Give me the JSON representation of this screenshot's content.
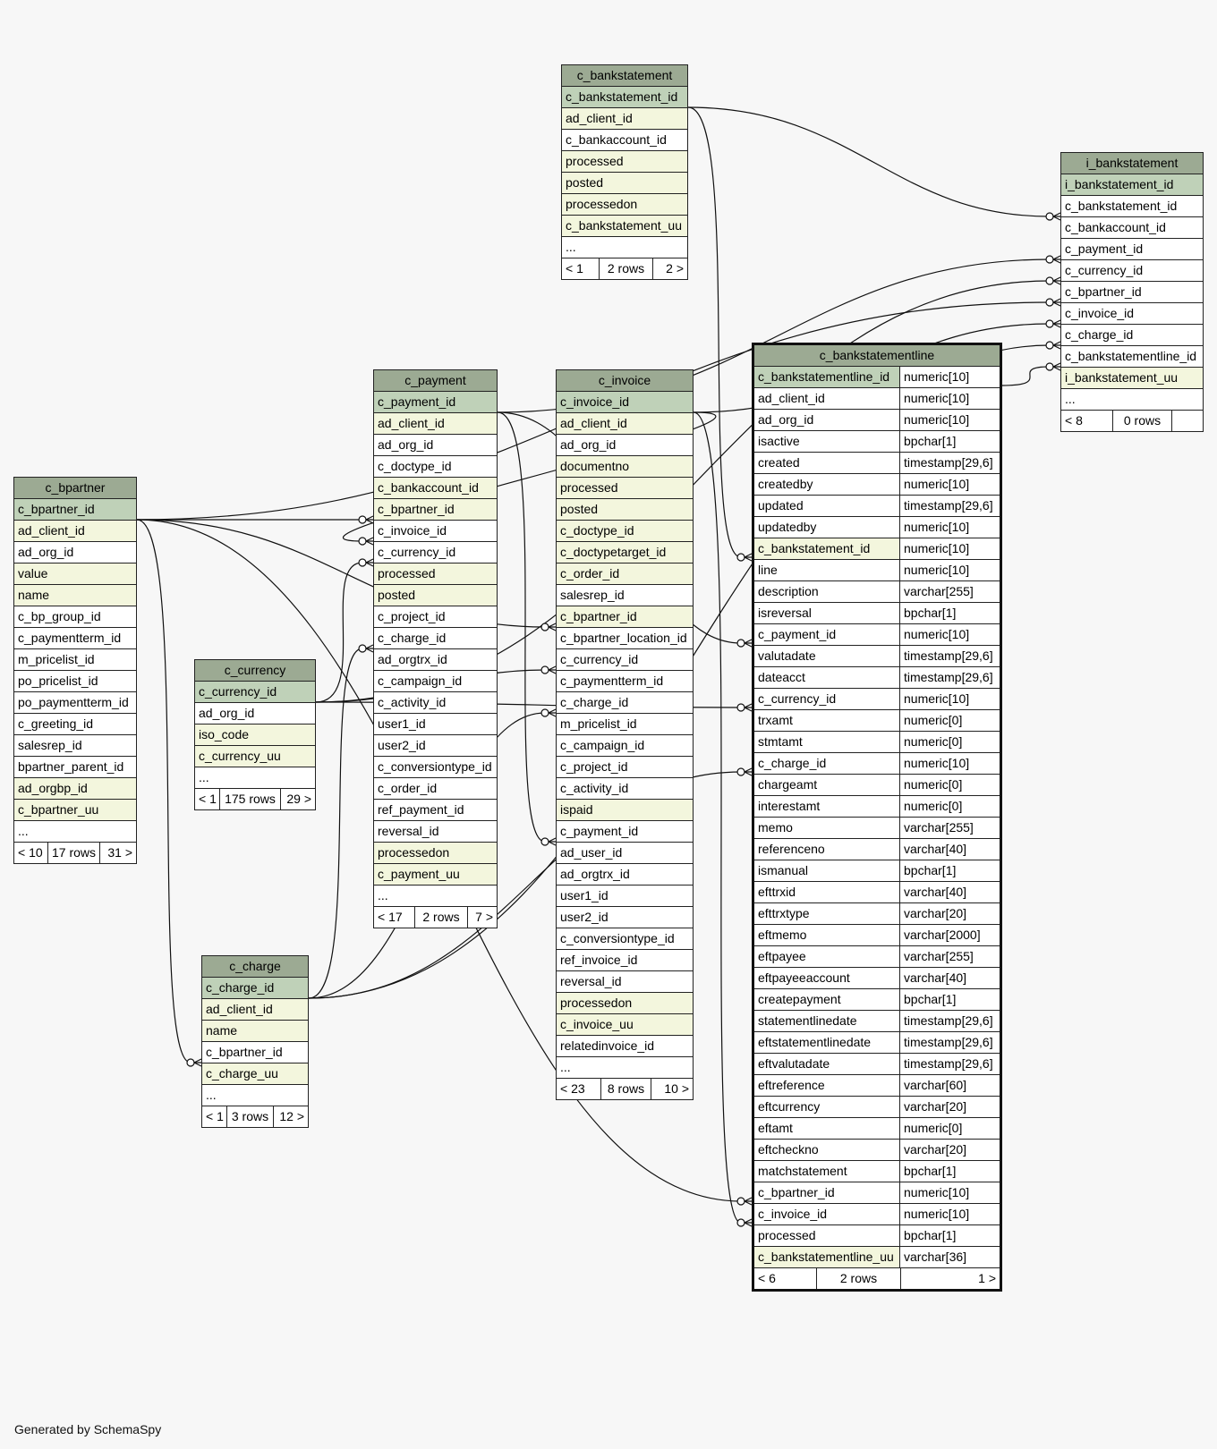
{
  "footer_text": "Generated by SchemaSpy",
  "tables": {
    "c_bankstatement": {
      "name": "c_bankstatement",
      "columns": [
        {
          "name": "c_bankstatement_id",
          "kind": "pk"
        },
        {
          "name": "ad_client_id",
          "kind": "idx"
        },
        {
          "name": "c_bankaccount_id",
          "kind": "plain"
        },
        {
          "name": "processed",
          "kind": "idx"
        },
        {
          "name": "posted",
          "kind": "idx"
        },
        {
          "name": "processedon",
          "kind": "idx"
        },
        {
          "name": "c_bankstatement_uu",
          "kind": "idx"
        },
        {
          "name": "...",
          "kind": "ell"
        }
      ],
      "footer": [
        "< 1",
        "2 rows",
        "2 >"
      ]
    },
    "i_bankstatement": {
      "name": "i_bankstatement",
      "columns": [
        {
          "name": "i_bankstatement_id",
          "kind": "pk"
        },
        {
          "name": "c_bankstatement_id",
          "kind": "plain"
        },
        {
          "name": "c_bankaccount_id",
          "kind": "plain"
        },
        {
          "name": "c_payment_id",
          "kind": "plain"
        },
        {
          "name": "c_currency_id",
          "kind": "plain"
        },
        {
          "name": "c_bpartner_id",
          "kind": "plain"
        },
        {
          "name": "c_invoice_id",
          "kind": "plain"
        },
        {
          "name": "c_charge_id",
          "kind": "plain"
        },
        {
          "name": "c_bankstatementline_id",
          "kind": "plain"
        },
        {
          "name": "i_bankstatement_uu",
          "kind": "idx"
        },
        {
          "name": "...",
          "kind": "ell"
        }
      ],
      "footer": [
        "< 8",
        "0 rows",
        ""
      ]
    },
    "c_payment": {
      "name": "c_payment",
      "columns": [
        {
          "name": "c_payment_id",
          "kind": "pk"
        },
        {
          "name": "ad_client_id",
          "kind": "idx"
        },
        {
          "name": "ad_org_id",
          "kind": "plain"
        },
        {
          "name": "c_doctype_id",
          "kind": "plain"
        },
        {
          "name": "c_bankaccount_id",
          "kind": "idx"
        },
        {
          "name": "c_bpartner_id",
          "kind": "idx"
        },
        {
          "name": "c_invoice_id",
          "kind": "plain"
        },
        {
          "name": "c_currency_id",
          "kind": "plain"
        },
        {
          "name": "processed",
          "kind": "idx"
        },
        {
          "name": "posted",
          "kind": "idx"
        },
        {
          "name": "c_project_id",
          "kind": "plain"
        },
        {
          "name": "c_charge_id",
          "kind": "plain"
        },
        {
          "name": "ad_orgtrx_id",
          "kind": "plain"
        },
        {
          "name": "c_campaign_id",
          "kind": "plain"
        },
        {
          "name": "c_activity_id",
          "kind": "plain"
        },
        {
          "name": "user1_id",
          "kind": "plain"
        },
        {
          "name": "user2_id",
          "kind": "plain"
        },
        {
          "name": "c_conversiontype_id",
          "kind": "plain"
        },
        {
          "name": "c_order_id",
          "kind": "plain"
        },
        {
          "name": "ref_payment_id",
          "kind": "plain"
        },
        {
          "name": "reversal_id",
          "kind": "plain"
        },
        {
          "name": "processedon",
          "kind": "idx"
        },
        {
          "name": "c_payment_uu",
          "kind": "idx"
        },
        {
          "name": "...",
          "kind": "ell"
        }
      ],
      "footer": [
        "< 17",
        "2 rows",
        "7 >"
      ]
    },
    "c_invoice": {
      "name": "c_invoice",
      "columns": [
        {
          "name": "c_invoice_id",
          "kind": "pk"
        },
        {
          "name": "ad_client_id",
          "kind": "idx"
        },
        {
          "name": "ad_org_id",
          "kind": "plain"
        },
        {
          "name": "documentno",
          "kind": "idx"
        },
        {
          "name": "processed",
          "kind": "idx"
        },
        {
          "name": "posted",
          "kind": "idx"
        },
        {
          "name": "c_doctype_id",
          "kind": "idx"
        },
        {
          "name": "c_doctypetarget_id",
          "kind": "idx"
        },
        {
          "name": "c_order_id",
          "kind": "idx"
        },
        {
          "name": "salesrep_id",
          "kind": "plain"
        },
        {
          "name": "c_bpartner_id",
          "kind": "idx"
        },
        {
          "name": "c_bpartner_location_id",
          "kind": "plain"
        },
        {
          "name": "c_currency_id",
          "kind": "plain"
        },
        {
          "name": "c_paymentterm_id",
          "kind": "plain"
        },
        {
          "name": "c_charge_id",
          "kind": "plain"
        },
        {
          "name": "m_pricelist_id",
          "kind": "plain"
        },
        {
          "name": "c_campaign_id",
          "kind": "plain"
        },
        {
          "name": "c_project_id",
          "kind": "plain"
        },
        {
          "name": "c_activity_id",
          "kind": "plain"
        },
        {
          "name": "ispaid",
          "kind": "idx"
        },
        {
          "name": "c_payment_id",
          "kind": "plain"
        },
        {
          "name": "ad_user_id",
          "kind": "plain"
        },
        {
          "name": "ad_orgtrx_id",
          "kind": "plain"
        },
        {
          "name": "user1_id",
          "kind": "plain"
        },
        {
          "name": "user2_id",
          "kind": "plain"
        },
        {
          "name": "c_conversiontype_id",
          "kind": "plain"
        },
        {
          "name": "ref_invoice_id",
          "kind": "plain"
        },
        {
          "name": "reversal_id",
          "kind": "plain"
        },
        {
          "name": "processedon",
          "kind": "idx"
        },
        {
          "name": "c_invoice_uu",
          "kind": "idx"
        },
        {
          "name": "relatedinvoice_id",
          "kind": "plain"
        },
        {
          "name": "...",
          "kind": "ell"
        }
      ],
      "footer": [
        "< 23",
        "8 rows",
        "10 >"
      ]
    },
    "c_bpartner": {
      "name": "c_bpartner",
      "columns": [
        {
          "name": "c_bpartner_id",
          "kind": "pk"
        },
        {
          "name": "ad_client_id",
          "kind": "idx"
        },
        {
          "name": "ad_org_id",
          "kind": "plain"
        },
        {
          "name": "value",
          "kind": "idx"
        },
        {
          "name": "name",
          "kind": "idx"
        },
        {
          "name": "c_bp_group_id",
          "kind": "plain"
        },
        {
          "name": "c_paymentterm_id",
          "kind": "plain"
        },
        {
          "name": "m_pricelist_id",
          "kind": "plain"
        },
        {
          "name": "po_pricelist_id",
          "kind": "plain"
        },
        {
          "name": "po_paymentterm_id",
          "kind": "plain"
        },
        {
          "name": "c_greeting_id",
          "kind": "plain"
        },
        {
          "name": "salesrep_id",
          "kind": "plain"
        },
        {
          "name": "bpartner_parent_id",
          "kind": "plain"
        },
        {
          "name": "ad_orgbp_id",
          "kind": "idx"
        },
        {
          "name": "c_bpartner_uu",
          "kind": "idx"
        },
        {
          "name": "...",
          "kind": "ell"
        }
      ],
      "footer": [
        "< 10",
        "17 rows",
        "31 >"
      ]
    },
    "c_currency": {
      "name": "c_currency",
      "columns": [
        {
          "name": "c_currency_id",
          "kind": "pk"
        },
        {
          "name": "ad_org_id",
          "kind": "plain"
        },
        {
          "name": "iso_code",
          "kind": "idx"
        },
        {
          "name": "c_currency_uu",
          "kind": "idx"
        },
        {
          "name": "...",
          "kind": "ell"
        }
      ],
      "footer": [
        "< 1",
        "175 rows",
        "29 >"
      ]
    },
    "c_charge": {
      "name": "c_charge",
      "columns": [
        {
          "name": "c_charge_id",
          "kind": "pk"
        },
        {
          "name": "ad_client_id",
          "kind": "idx"
        },
        {
          "name": "name",
          "kind": "idx"
        },
        {
          "name": "c_bpartner_id",
          "kind": "plain"
        },
        {
          "name": "c_charge_uu",
          "kind": "idx"
        },
        {
          "name": "...",
          "kind": "ell"
        }
      ],
      "footer": [
        "< 1",
        "3 rows",
        "12 >"
      ]
    },
    "c_bankstatementline": {
      "name": "c_bankstatementline",
      "columns": [
        {
          "name": "c_bankstatementline_id",
          "type": "numeric[10]",
          "kind": "pk"
        },
        {
          "name": "ad_client_id",
          "type": "numeric[10]",
          "kind": "plain"
        },
        {
          "name": "ad_org_id",
          "type": "numeric[10]",
          "kind": "plain"
        },
        {
          "name": "isactive",
          "type": "bpchar[1]",
          "kind": "plain"
        },
        {
          "name": "created",
          "type": "timestamp[29,6]",
          "kind": "plain"
        },
        {
          "name": "createdby",
          "type": "numeric[10]",
          "kind": "plain"
        },
        {
          "name": "updated",
          "type": "timestamp[29,6]",
          "kind": "plain"
        },
        {
          "name": "updatedby",
          "type": "numeric[10]",
          "kind": "plain"
        },
        {
          "name": "c_bankstatement_id",
          "type": "numeric[10]",
          "kind": "idx"
        },
        {
          "name": "line",
          "type": "numeric[10]",
          "kind": "plain"
        },
        {
          "name": "description",
          "type": "varchar[255]",
          "kind": "plain"
        },
        {
          "name": "isreversal",
          "type": "bpchar[1]",
          "kind": "plain"
        },
        {
          "name": "c_payment_id",
          "type": "numeric[10]",
          "kind": "plain"
        },
        {
          "name": "valutadate",
          "type": "timestamp[29,6]",
          "kind": "plain"
        },
        {
          "name": "dateacct",
          "type": "timestamp[29,6]",
          "kind": "plain"
        },
        {
          "name": "c_currency_id",
          "type": "numeric[10]",
          "kind": "plain"
        },
        {
          "name": "trxamt",
          "type": "numeric[0]",
          "kind": "plain"
        },
        {
          "name": "stmtamt",
          "type": "numeric[0]",
          "kind": "plain"
        },
        {
          "name": "c_charge_id",
          "type": "numeric[10]",
          "kind": "plain"
        },
        {
          "name": "chargeamt",
          "type": "numeric[0]",
          "kind": "plain"
        },
        {
          "name": "interestamt",
          "type": "numeric[0]",
          "kind": "plain"
        },
        {
          "name": "memo",
          "type": "varchar[255]",
          "kind": "plain"
        },
        {
          "name": "referenceno",
          "type": "varchar[40]",
          "kind": "plain"
        },
        {
          "name": "ismanual",
          "type": "bpchar[1]",
          "kind": "plain"
        },
        {
          "name": "efttrxid",
          "type": "varchar[40]",
          "kind": "plain"
        },
        {
          "name": "efttrxtype",
          "type": "varchar[20]",
          "kind": "plain"
        },
        {
          "name": "eftmemo",
          "type": "varchar[2000]",
          "kind": "plain"
        },
        {
          "name": "eftpayee",
          "type": "varchar[255]",
          "kind": "plain"
        },
        {
          "name": "eftpayeeaccount",
          "type": "varchar[40]",
          "kind": "plain"
        },
        {
          "name": "createpayment",
          "type": "bpchar[1]",
          "kind": "plain"
        },
        {
          "name": "statementlinedate",
          "type": "timestamp[29,6]",
          "kind": "plain"
        },
        {
          "name": "eftstatementlinedate",
          "type": "timestamp[29,6]",
          "kind": "plain"
        },
        {
          "name": "eftvalutadate",
          "type": "timestamp[29,6]",
          "kind": "plain"
        },
        {
          "name": "eftreference",
          "type": "varchar[60]",
          "kind": "plain"
        },
        {
          "name": "eftcurrency",
          "type": "varchar[20]",
          "kind": "plain"
        },
        {
          "name": "eftamt",
          "type": "numeric[0]",
          "kind": "plain"
        },
        {
          "name": "eftcheckno",
          "type": "varchar[20]",
          "kind": "plain"
        },
        {
          "name": "matchstatement",
          "type": "bpchar[1]",
          "kind": "plain"
        },
        {
          "name": "c_bpartner_id",
          "type": "numeric[10]",
          "kind": "plain"
        },
        {
          "name": "c_invoice_id",
          "type": "numeric[10]",
          "kind": "plain"
        },
        {
          "name": "processed",
          "type": "bpchar[1]",
          "kind": "plain"
        },
        {
          "name": "c_bankstatementline_uu",
          "type": "varchar[36]",
          "kind": "idx"
        }
      ],
      "footer": [
        "< 6",
        "2 rows",
        "1 >"
      ]
    }
  },
  "relations": [
    {
      "from": "i_bankstatement.c_bankstatement_id",
      "to": "c_bankstatement.c_bankstatement_id"
    },
    {
      "from": "i_bankstatement.c_payment_id",
      "to": "c_payment.c_payment_id"
    },
    {
      "from": "i_bankstatement.c_currency_id",
      "to": "c_currency.c_currency_id"
    },
    {
      "from": "i_bankstatement.c_bpartner_id",
      "to": "c_bpartner.c_bpartner_id"
    },
    {
      "from": "i_bankstatement.c_invoice_id",
      "to": "c_invoice.c_invoice_id"
    },
    {
      "from": "i_bankstatement.c_charge_id",
      "to": "c_charge.c_charge_id"
    },
    {
      "from": "i_bankstatement.c_bankstatementline_id",
      "to": "c_bankstatementline.c_bankstatementline_id"
    },
    {
      "from": "c_bankstatementline.c_bankstatement_id",
      "to": "c_bankstatement.c_bankstatement_id"
    },
    {
      "from": "c_bankstatementline.c_payment_id",
      "to": "c_payment.c_payment_id"
    },
    {
      "from": "c_bankstatementline.c_currency_id",
      "to": "c_currency.c_currency_id"
    },
    {
      "from": "c_bankstatementline.c_charge_id",
      "to": "c_charge.c_charge_id"
    },
    {
      "from": "c_bankstatementline.c_bpartner_id",
      "to": "c_bpartner.c_bpartner_id"
    },
    {
      "from": "c_bankstatementline.c_invoice_id",
      "to": "c_invoice.c_invoice_id"
    },
    {
      "from": "c_payment.c_bpartner_id",
      "to": "c_bpartner.c_bpartner_id"
    },
    {
      "from": "c_payment.c_invoice_id",
      "to": "c_invoice.c_invoice_id"
    },
    {
      "from": "c_payment.c_currency_id",
      "to": "c_currency.c_currency_id"
    },
    {
      "from": "c_payment.c_charge_id",
      "to": "c_charge.c_charge_id"
    },
    {
      "from": "c_invoice.c_bpartner_id",
      "to": "c_bpartner.c_bpartner_id"
    },
    {
      "from": "c_invoice.c_currency_id",
      "to": "c_currency.c_currency_id"
    },
    {
      "from": "c_invoice.c_charge_id",
      "to": "c_charge.c_charge_id"
    },
    {
      "from": "c_invoice.c_payment_id",
      "to": "c_payment.c_payment_id"
    },
    {
      "from": "c_charge.c_bpartner_id",
      "to": "c_bpartner.c_bpartner_id"
    }
  ]
}
